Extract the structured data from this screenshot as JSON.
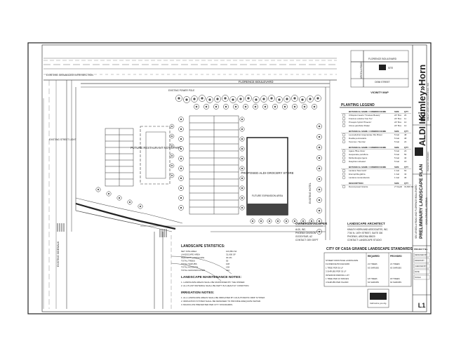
{
  "labels": {
    "florence_blvd": "FLORENCE BOULEVARD",
    "existing_signal": "EXISTING SIGNALIZED INTERSECTION",
    "existing_sidewalk": "EXISTING SIDEWALK",
    "future_restaurant": "FUTURE RESTAURANT NOT A PART",
    "proposed_aldi": "PROPOSED ALDI GROCERY STORE",
    "future_expansion": "FUTURE EXPANSION AREA",
    "existing_hotel": "EXISTING HOTEL",
    "existing_street_light": "EXISTING STREET LIGHT",
    "existing_power_pole": "EXISTING POWER POLE"
  },
  "vicinity": {
    "top_road": "FLORENCE BOULEVARD",
    "side_road": "ARIZOLA ROAD",
    "bottom_road": "DEMI STREET",
    "site": "SITE",
    "title": "VICINITY MAP"
  },
  "legend": {
    "title": "PLANTING LEGEND",
    "trees_header": "BOTANICAL NAME / COMMON NAME",
    "size_header": "SIZE",
    "qty_header": "QTY",
    "trees": [
      {
        "name": "Chilopsis linearis 'Timeless Beauty'",
        "size": "24\" Box",
        "qty": "20"
      },
      {
        "name": "Fraxinus velutina 'Fan Tex'",
        "size": "24\" Box",
        "qty": "11"
      },
      {
        "name": "Prosopis hybrid 'Phoenix'",
        "size": "24\" Box",
        "qty": "10"
      },
      {
        "name": "Ulmus parvifolia 'Drake'",
        "size": "24\" Box",
        "qty": "14"
      }
    ],
    "shrubs_header": "BOTANICAL NAME / COMMON NAME",
    "shrubs": [
      {
        "name": "Leucophyllum langmaniae 'Rio Bravo'",
        "size": "5 Gal",
        "qty": "48"
      },
      {
        "name": "Ruellia peninsularis",
        "size": "5 Gal",
        "qty": "38"
      },
      {
        "name": "Tecoma x 'Sunrise'",
        "size": "5 Gal",
        "qty": "22"
      }
    ],
    "accents_header": "BOTANICAL NAME / COMMON NAME",
    "accents": [
      {
        "name": "Agave 'Blue Glow'",
        "size": "5 Gal",
        "qty": "24"
      },
      {
        "name": "Hesperaloe parviflora",
        "size": "5 Gal",
        "qty": "56"
      },
      {
        "name": "Muhlenbergia rigens",
        "size": "5 Gal",
        "qty": "40"
      },
      {
        "name": "Dasylirion wheeleri",
        "size": "5 Gal",
        "qty": "18"
      }
    ],
    "groundcover_header": "BOTANICAL NAME / COMMON NAME",
    "groundcover": [
      {
        "name": "Lantana 'New Gold'",
        "size": "1 Gal",
        "qty": "64"
      },
      {
        "name": "Eremophila glabra",
        "size": "1 Gal",
        "qty": "42"
      },
      {
        "name": "Lantana montevidensis",
        "size": "1 Gal",
        "qty": "36"
      }
    ],
    "dg_header": "DESCRIPTION",
    "dg": [
      {
        "name": "Decomposed Granite",
        "size": "2\" Depth",
        "qty": "31,600 SF"
      }
    ]
  },
  "owner": {
    "title": "OWNER/DEVELOPER",
    "lines": [
      "ALDI, INC.",
      "PHOENIX DIVISION",
      "GOODYEAR, AZ",
      "CONTACT: DEV DEPT"
    ]
  },
  "architect": {
    "title": "LANDSCAPE ARCHITECT",
    "lines": [
      "KIMLEY-HORN AND ASSOCIATES, INC.",
      "7740 N. 16TH STREET, SUITE 300",
      "PHOENIX, ARIZONA 85020",
      "CONTACT: LANDSCAPE STUDIO"
    ]
  },
  "standards": {
    "title": "CITY OF CASA GRANDE LANDSCAPE STANDARDS",
    "col_required": "REQUIRED",
    "col_provided": "PROVIDED",
    "rows": [
      {
        "label": "STREET FRONTAGE LANDSCAPE",
        "req": "",
        "prov": ""
      },
      {
        "label": "FLORENCE BOULEVARD",
        "req": "21 TREES",
        "prov": "21 TREES"
      },
      {
        "label": "1 TREE PER 30 LF",
        "req": "63 SHRUBS",
        "prov": "63 SHRUBS"
      },
      {
        "label": "3 SHRUBS PER 30 LF",
        "req": "",
        "prov": ""
      },
      {
        "label": "INTERIOR PARKING LOT",
        "req": "",
        "prov": ""
      },
      {
        "label": "1 TREE PER 10 SPACES",
        "req": "18 TREES",
        "prov": "18 TREES"
      },
      {
        "label": "4 SHRUBS PER ISLAND",
        "req": "64 SHRUBS",
        "prov": "64 SHRUBS"
      }
    ]
  },
  "statistics": {
    "title": "LANDSCAPE STATISTICS:",
    "rows": [
      {
        "label": "NET SITE AREA",
        "value": "103,854 SF"
      },
      {
        "label": "LANDSCAPE AREA",
        "value": "31,600 SF"
      },
      {
        "label": "PERCENT LANDSCAPE",
        "value": "30.4%"
      },
      {
        "label": "TOTAL TREES",
        "value": "55"
      },
      {
        "label": "TOTAL SHRUBS",
        "value": "108"
      },
      {
        "label": "TOTAL ACCENTS",
        "value": "138"
      },
      {
        "label": "TOTAL GROUNDCOVER",
        "value": "142"
      }
    ]
  },
  "maintenance": {
    "title": "LANDSCAPE MAINTENANCE NOTES:",
    "lines": [
      "1. LANDSCAPE AREAS SHALL BE MAINTAINED BY THE OWNER.",
      "2. ALL PLANT MATERIAL SHALL BE KEPT IN A HEALTHY CONDITION."
    ]
  },
  "irrigation": {
    "title": "IRRIGATION NOTES:",
    "lines": [
      "1. ALL LANDSCAPE AREAS SHALL BE IRRIGATED BY AN AUTOMATIC DRIP SYSTEM.",
      "2. IRRIGATION SYSTEM SHALL BE DESIGNED TO PROVIDE ADEQUATE WATER.",
      "3. BACKFLOW PREVENTER PER CITY STANDARDS."
    ]
  },
  "titleblock": {
    "firm": "Kimley»Horn",
    "firm_sub": "KIMLEY-HORN AND ASSOCIATES, INC.",
    "client": "ALDI Inc.",
    "client_sub": "PHOENIX DIVISION",
    "sheet_title": "PRELIMINARY LANDSCAPE PLAN",
    "project": "SEC ARIZOLA ROAD AND FLORENCE BOULEVARD",
    "city": "CASA GRANDE, ARIZONA",
    "project_no_label": "PROJECT No.",
    "rows": [
      "DESIGNED BY",
      "DRAWN BY",
      "CHECKED BY",
      "DATE",
      "SCALE"
    ],
    "sheet": "L1",
    "call_before": "Call before you dig."
  }
}
